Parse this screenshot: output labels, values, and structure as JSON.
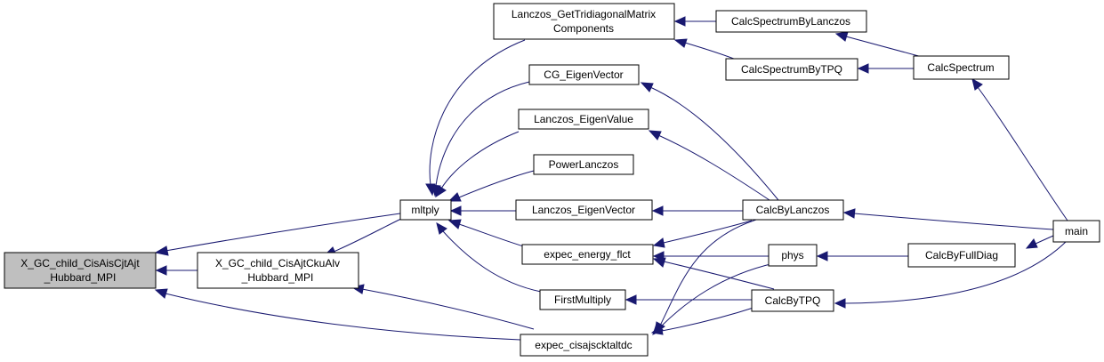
{
  "nodes": {
    "root": [
      "X_GC_child_CisAisCjtAjt",
      "_Hubbard_MPI"
    ],
    "ajtcku": [
      "X_GC_child_CisAjtCkuAlv",
      "_Hubbard_MPI"
    ],
    "mltply": "mltply",
    "getTri": [
      "Lanczos_GetTridiagonalMatrix",
      "Components"
    ],
    "cgEig": "CG_EigenVector",
    "lanVal": "Lanczos_EigenValue",
    "powLan": "PowerLanczos",
    "lanVec": "Lanczos_EigenVector",
    "expEn": "expec_energy_flct",
    "firstMul": "FirstMultiply",
    "expCis": "expec_cisajscktaltdc",
    "specLan": "CalcSpectrumByLanczos",
    "specTPQ": "CalcSpectrumByTPQ",
    "spec": "CalcSpectrum",
    "byLan": "CalcByLanczos",
    "phys": "phys",
    "byTPQ": "CalcByTPQ",
    "byFull": "CalcByFullDiag",
    "main": "main"
  },
  "colors": {
    "edge": "#191970",
    "root_fill": "#bfbfbf",
    "node_fill": "#ffffff",
    "node_border": "#000000"
  }
}
